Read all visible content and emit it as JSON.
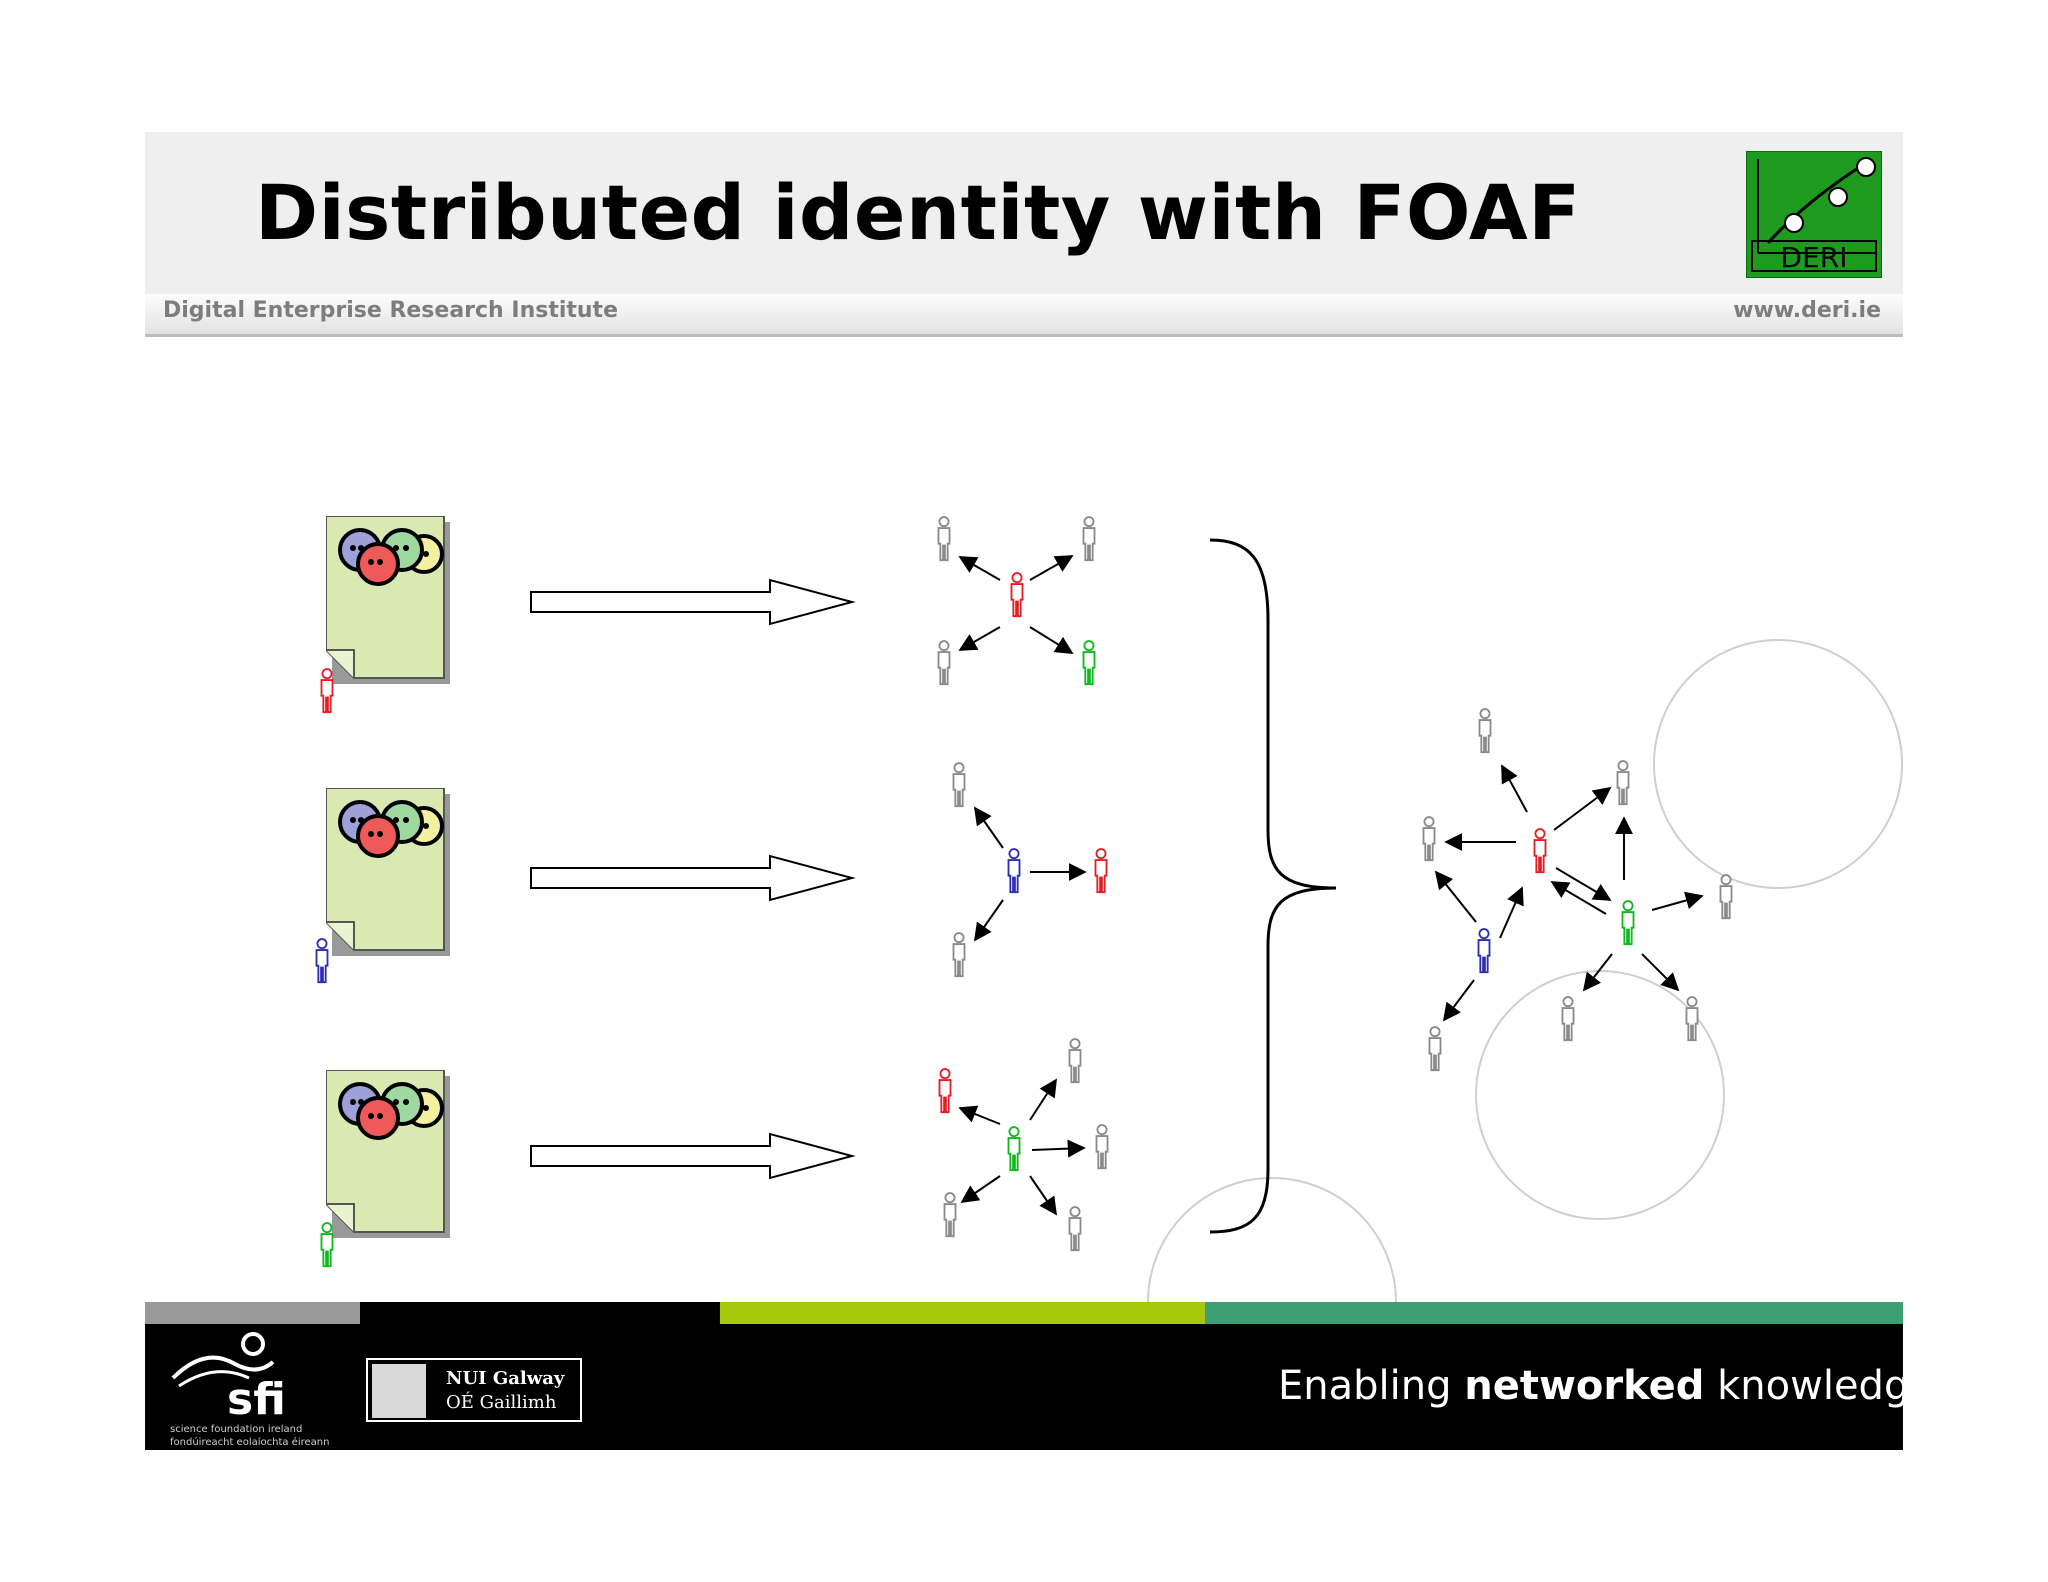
{
  "header": {
    "title": "Distributed identity with FOAF",
    "institute": "Digital Enterprise Research Institute",
    "website": "www.deri.ie",
    "logo_text": "DERI"
  },
  "footer": {
    "sfi_line1": "science foundation ireland",
    "sfi_line2": "fondúireacht eolaíochta éireann",
    "nui_name": "NUI Galway",
    "nui_irish": "OÉ Gaillimh",
    "tagline_pre": "Enabling ",
    "tagline_bold": "networked",
    "tagline_post": " knowledge."
  },
  "colors": {
    "red": "#e31e24",
    "blue": "#2d2db4",
    "green": "#10b820",
    "gray": "#8a8a8a",
    "document_fill": "#d9e9b1",
    "deri_green": "#1e9a1e",
    "stripe_gray": "#999999",
    "stripe_lime": "#a6c70a",
    "stripe_teal": "#3c9f74"
  },
  "diagram": {
    "rows": [
      {
        "owner": "red",
        "center": "red",
        "contacts": [
          "gray",
          "gray",
          "gray",
          "green"
        ]
      },
      {
        "owner": "blue",
        "center": "blue",
        "contacts": [
          "gray",
          "red",
          "gray"
        ]
      },
      {
        "owner": "green",
        "center": "green",
        "contacts": [
          "red",
          "gray",
          "gray",
          "gray",
          "gray"
        ]
      }
    ],
    "merged": {
      "people": [
        "gray",
        "gray",
        "gray",
        "red",
        "blue",
        "green",
        "gray",
        "gray",
        "gray",
        "gray"
      ]
    }
  }
}
